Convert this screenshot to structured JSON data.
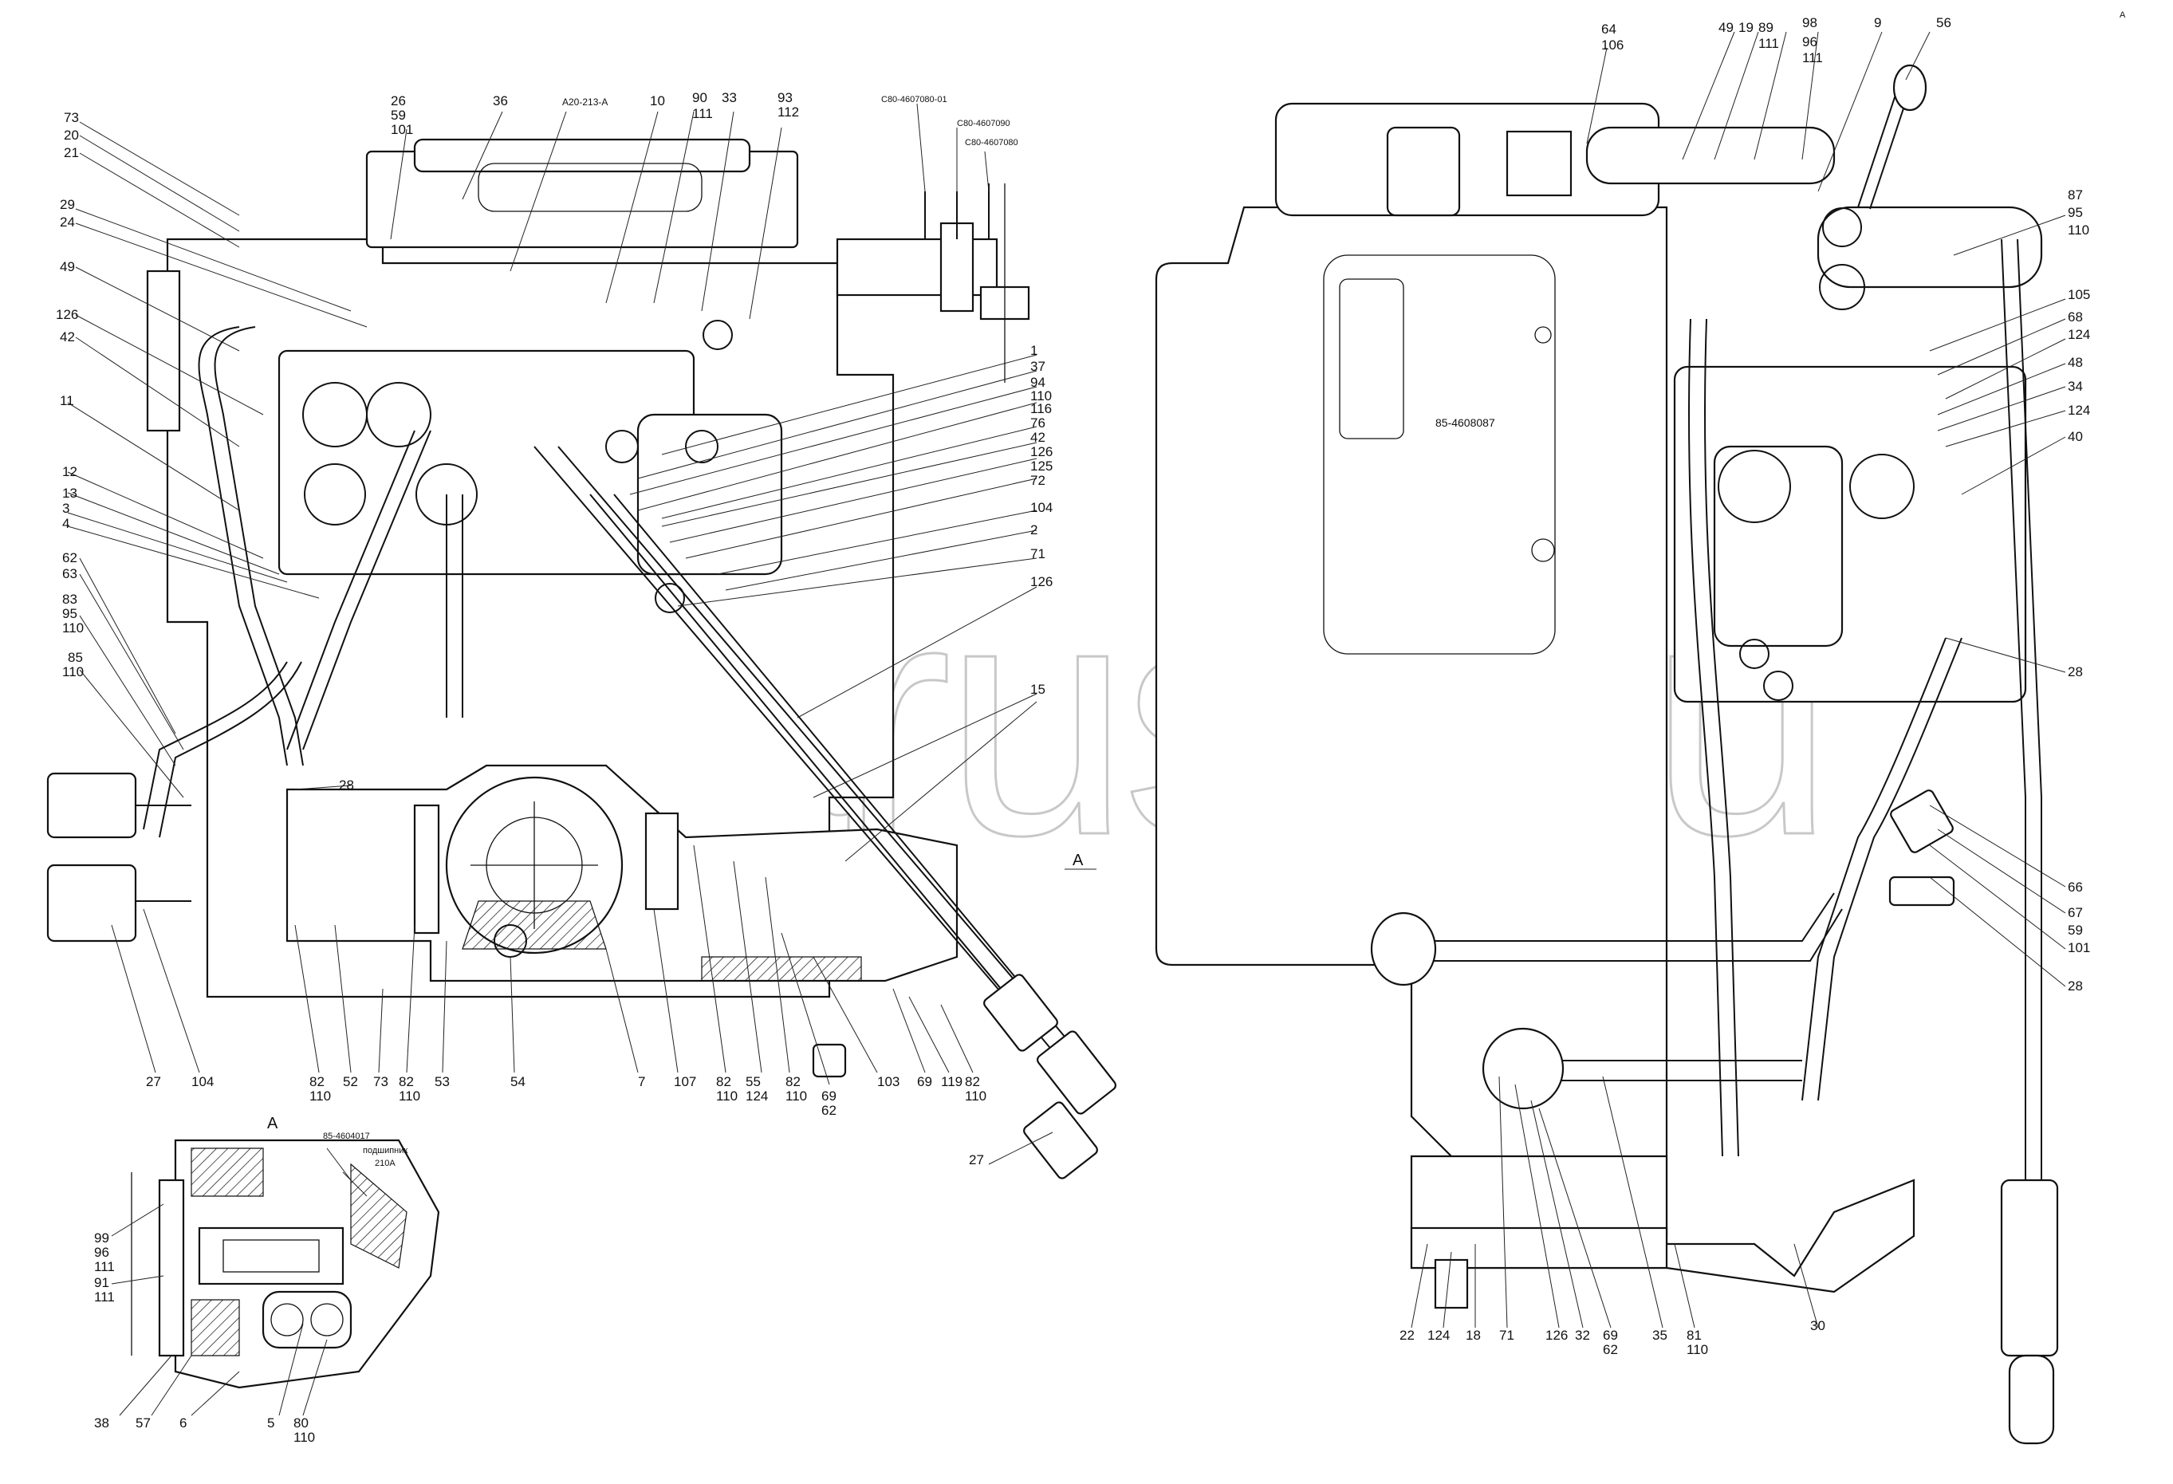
{
  "drawing": {
    "watermark": "belarus1.ru",
    "corner_mark": "A",
    "section_label": "A",
    "callout_A": "A",
    "notes": {
      "a20": "А20-213-А",
      "c80_01": "С80-4607080-01",
      "c80_090": "С80-4607090",
      "c80_080": "С80-4607080",
      "b85_087": "85-4608087",
      "b85_017": "85-4604017",
      "bearing_1": "подшипник",
      "bearing_2": "210А"
    }
  },
  "labels": {
    "left": [
      "73",
      "20",
      "21",
      "29",
      "24",
      "49",
      "126",
      "42",
      "11",
      "12",
      "13",
      "3",
      "4",
      "62",
      "63",
      "83",
      "95",
      "110",
      "85",
      "110",
      "26",
      "59",
      "101",
      "36",
      "10",
      "90",
      "111",
      "33",
      "93",
      "112",
      "1",
      "37",
      "94",
      "110",
      "116",
      "76",
      "42",
      "126",
      "125",
      "72",
      "104",
      "2",
      "71",
      "126",
      "15",
      "28",
      "27",
      "104",
      "82",
      "110",
      "52",
      "73",
      "82",
      "110",
      "53",
      "54",
      "7",
      "107",
      "82",
      "110",
      "55",
      "124",
      "82",
      "110",
      "69",
      "62",
      "103",
      "69",
      "119",
      "82",
      "110",
      "27"
    ],
    "right": [
      "64",
      "106",
      "49",
      "19",
      "89",
      "111",
      "98",
      "96",
      "111",
      "9",
      "56",
      "87",
      "95",
      "110",
      "105",
      "68",
      "124",
      "48",
      "34",
      "124",
      "40",
      "28",
      "66",
      "67",
      "59",
      "101",
      "28",
      "22",
      "124",
      "18",
      "71",
      "126",
      "32",
      "69",
      "62",
      "35",
      "81",
      "110",
      "30"
    ],
    "inset": [
      "99",
      "96",
      "111",
      "91",
      "111",
      "38",
      "57",
      "6",
      "5",
      "80",
      "110"
    ]
  }
}
